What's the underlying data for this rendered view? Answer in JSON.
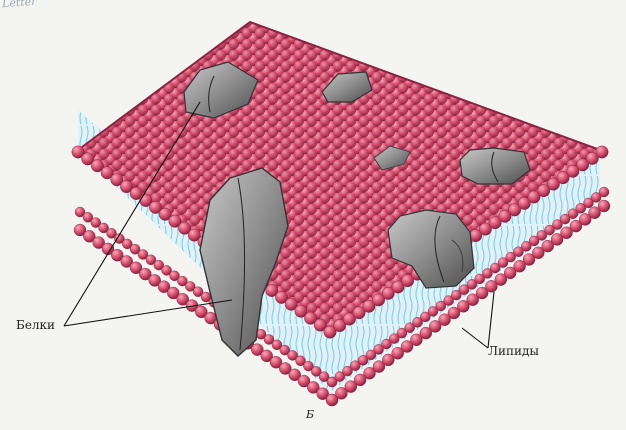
{
  "labels": {
    "corner": "Letter",
    "proteins": "Белки",
    "lipids": "Липиды",
    "figure": "Б"
  },
  "colors": {
    "background": "#f4f4f1",
    "lipid_head": "#d8506f",
    "lipid_tail": "#bfe4f2",
    "protein": "#8e8e8e",
    "leader_line": "#111111"
  },
  "icons": {
    "lipid_head": "sphere",
    "protein": "irregular-blob"
  }
}
